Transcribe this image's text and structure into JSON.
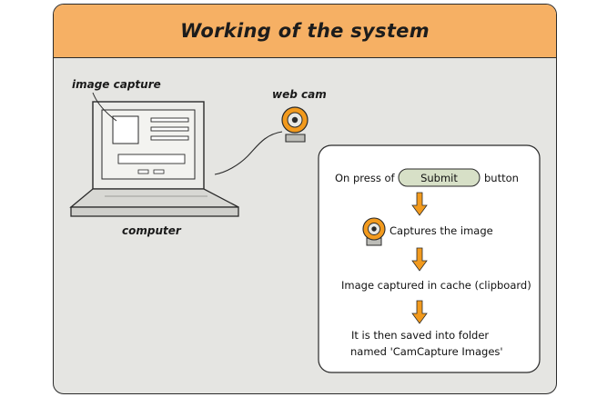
{
  "title": "Working of the system",
  "labels": {
    "image_capture": "image capture",
    "web_cam": "web cam",
    "computer": "computer"
  },
  "flow": {
    "step1_prefix": "On press of",
    "submit_button": "Submit",
    "step1_suffix": "button",
    "step2": "Captures the image",
    "step3": "Image captured in cache (clipboard)",
    "step4_line1": "It is then saved into folder",
    "step4_line2": "named 'CamCapture Images'"
  },
  "colors": {
    "header": "#f6b064",
    "panel": "#e5e5e2",
    "arrow": "#f29a1d",
    "webcam_ring": "#f29a1d",
    "button": "#d7e0c7"
  },
  "icons": [
    "webcam-icon",
    "computer-icon",
    "down-arrow-icon"
  ]
}
